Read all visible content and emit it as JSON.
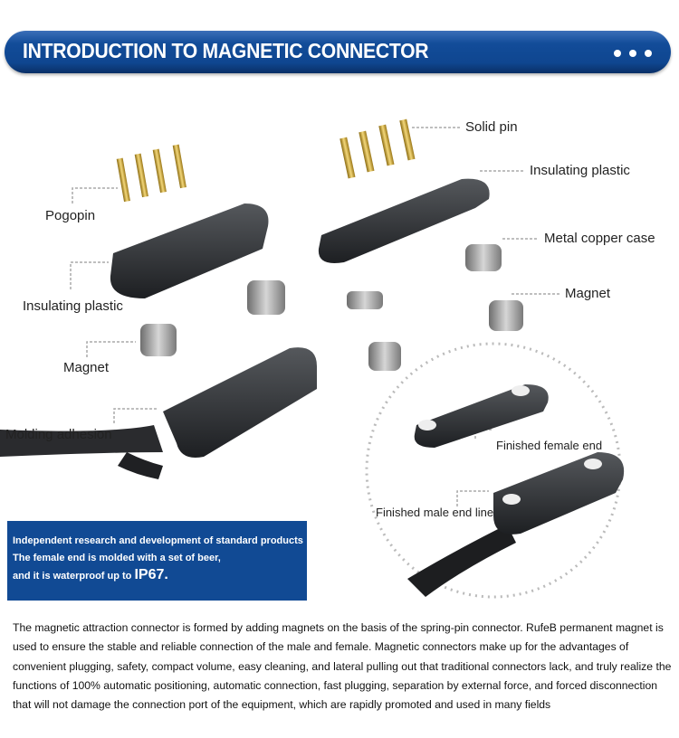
{
  "header": {
    "title": "INTRODUCTION TO MAGNETIC CONNECTOR",
    "more_icon": "three-dots-icon"
  },
  "labels": {
    "solid_pin": "Solid pin",
    "insulating_plastic_right": "Insulating plastic",
    "pogopin": "Pogopin",
    "metal_copper_case": "Metal copper case",
    "insulating_plastic_left": "Insulating plastic",
    "magnet_right": "Magnet",
    "magnet_left": "Magnet",
    "molding_adhesion": "Molding adhesion",
    "finished_female_end": "Finished female end",
    "finished_male_end_line": "Finished male end line"
  },
  "info_box": {
    "line1": "Independent research and development of standard products",
    "line2": "The female end is molded with a set of beer,",
    "line3": "and it is waterproof up to ",
    "rating": "IP67."
  },
  "description": "The magnetic attraction connector is formed by adding magnets on the basis of the spring-pin connector. RufeB permanent magnet is used to ensure the stable and reliable connection of the male and female. Magnetic connectors make up for the advantages of convenient plugging, safety, compact volume, easy cleaning, and lateral pulling out that traditional connectors lack, and truly realize the functions of 100% automatic positioning, automatic connection, fast plugging, separation by external force, and forced disconnection that will not damage the connection port of the equipment, which are rapidly promoted and used in many fields",
  "colors": {
    "brand_blue": "#114a94"
  }
}
